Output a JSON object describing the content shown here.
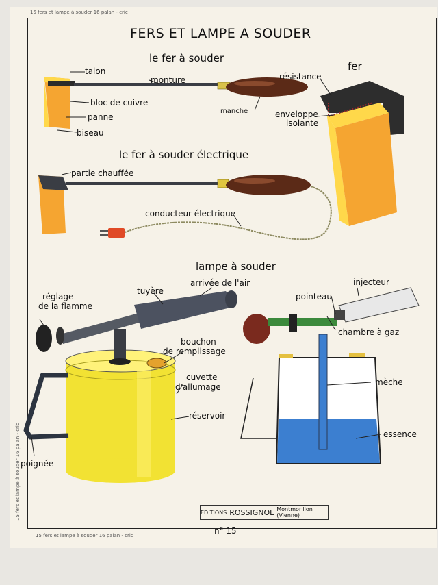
{
  "title": "FERS ET LAMPE A SOUDER",
  "sections": {
    "fer": "le fer à souder",
    "electrique": "le fer à souder électrique",
    "lampe": "lampe à souder",
    "fer_detail": "fer"
  },
  "labels": {
    "talon": "talon",
    "monture": "monture",
    "bloc": "bloc de cuivre",
    "panne": "panne",
    "biseau": "biseau",
    "manche": "manche",
    "resistance": "résistance",
    "enveloppe1": "enveloppe",
    "enveloppe2": "isolante",
    "partie_chauffee": "partie chauffée",
    "conducteur": "conducteur électrique",
    "reglage1": "réglage",
    "reglage2": "de la flamme",
    "tuyere": "tuyère",
    "arrivee_air": "arrivée de l'air",
    "bouchon1": "bouchon",
    "bouchon2": "de remplissage",
    "cuvette1": "cuvette",
    "cuvette2": "d'allumage",
    "reservoir": "réservoir",
    "poignee": "poignée",
    "pointeau": "pointeau",
    "injecteur": "injecteur",
    "chambre": "chambre à gaz",
    "meche": "mèche",
    "essence": "essence"
  },
  "footer": {
    "editions": "EDITIONS",
    "publisher": "ROSSIGNOL",
    "place": "Montmorillon (Vienne)",
    "number": "n° 15"
  },
  "edge_text": {
    "top": "15 fers et lampe à souder   16 palan - cric",
    "left": "15 fers et lampe à souder   16 palan - cric",
    "bottom": "15 fers et lampe à souder   16 palan - cric"
  },
  "colors": {
    "copper_light": "#f5a531",
    "copper_face": "#ffd84a",
    "tank": "#f2e233",
    "water": "#3c7fd0",
    "handle": "#5b2a17",
    "grey_metal": "#4a4f57"
  }
}
